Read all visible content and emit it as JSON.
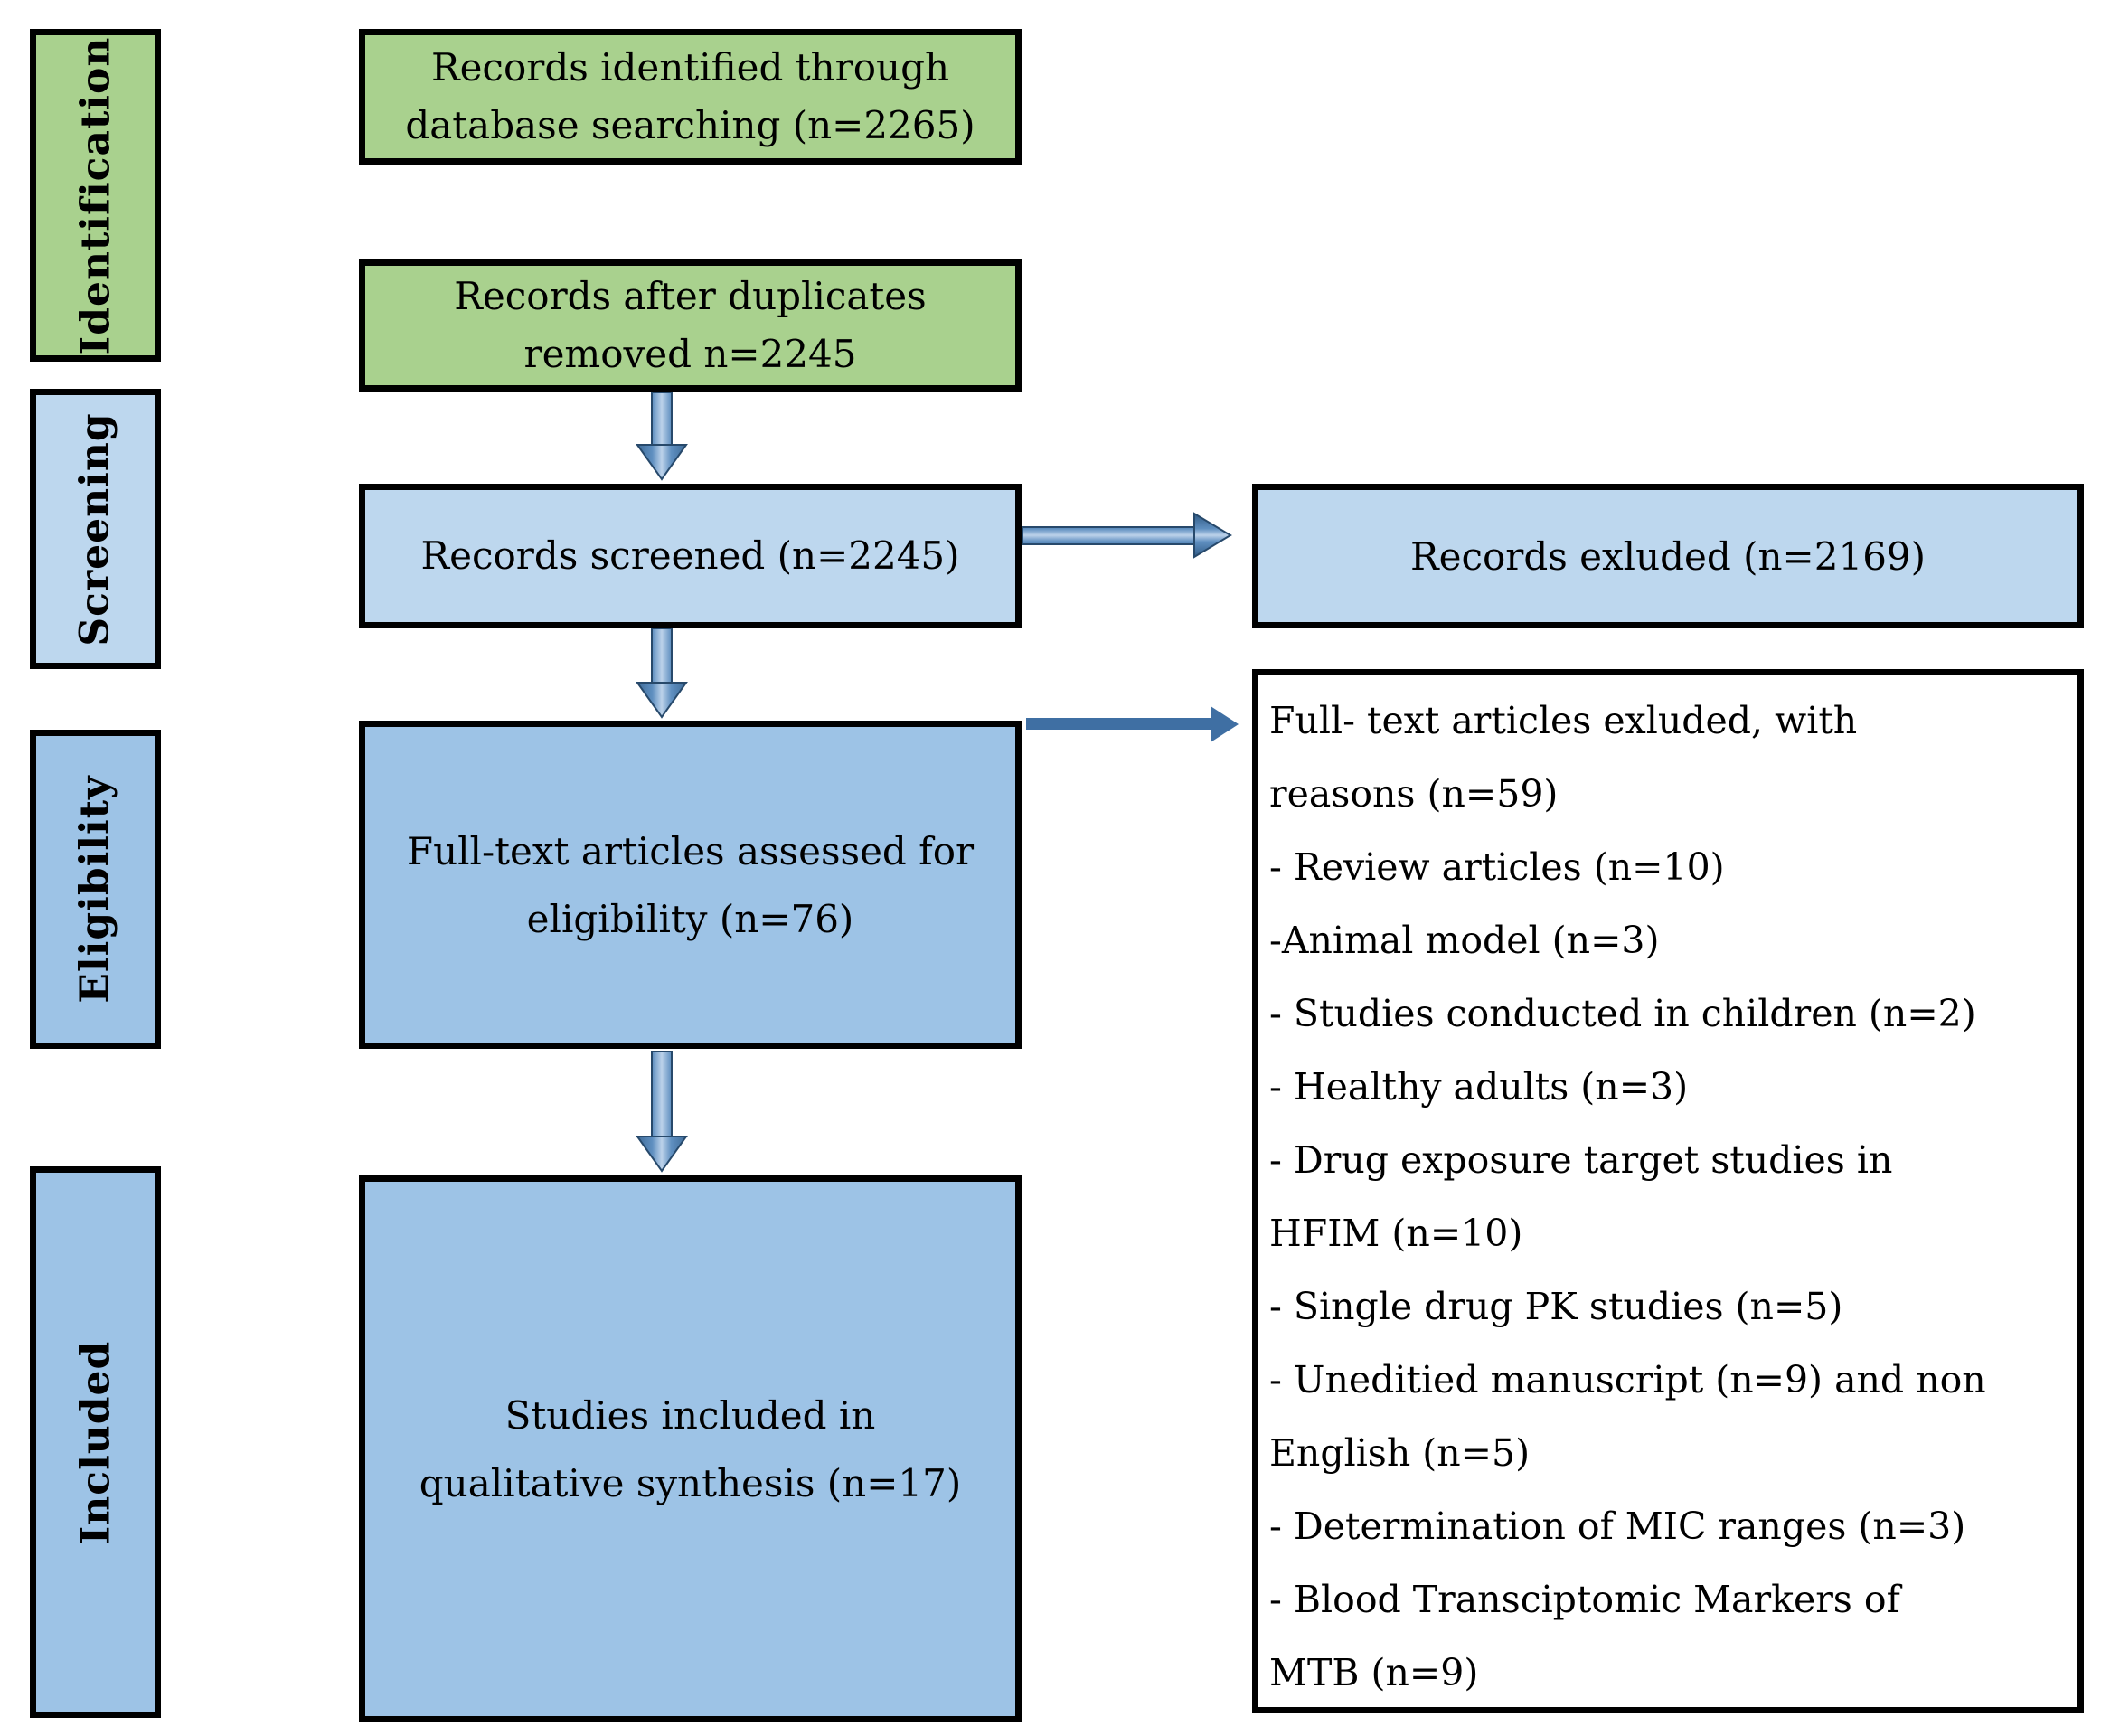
{
  "diagram": {
    "kind": "prisma-flow-diagram",
    "stage_labels": [
      {
        "label": "Identification"
      },
      {
        "label": "Screening"
      },
      {
        "label": "Eligibility"
      },
      {
        "label": "Included"
      }
    ],
    "flow_boxes": [
      {
        "id": "records-identified",
        "lines": [
          "Records identified through",
          "database searching (n=2265)"
        ]
      },
      {
        "id": "records-after-duplicates",
        "lines": [
          "Records after duplicates",
          "removed n=2245"
        ]
      },
      {
        "id": "records-screened",
        "lines": [
          "Records screened (n=2245)"
        ]
      },
      {
        "id": "fulltext-assessed",
        "lines": [
          "Full-text articles assessed for",
          "eligibility (n=76)"
        ]
      },
      {
        "id": "studies-included",
        "lines": [
          "Studies included in",
          "qualitative synthesis (n=17)"
        ]
      }
    ],
    "side_boxes": [
      {
        "id": "records-excluded",
        "lines": [
          "Records exluded (n=2169)"
        ]
      },
      {
        "id": "fulltext-excluded-reasons",
        "lines": [
          "Full- text articles exluded, with",
          "reasons (n=59)",
          "- Review articles (n=10)",
          "-Animal model (n=3)",
          "- Studies conducted in children (n=2)",
          "- Healthy adults (n=3)",
          "- Drug exposure target studies in",
          "HFIM (n=10)",
          "- Single drug PK studies (n=5)",
          "- Uneditied manuscript (n=9) and non",
          "English (n=5)",
          "- Determination of MIC ranges (n=3)",
          "- Blood Transciptomic Markers of",
          "MTB (n=9)"
        ]
      }
    ],
    "colors": {
      "identification_green": "#a9d18e",
      "screening_light_blue": "#bdd7ee",
      "eligibility_blue": "#9dc3e6",
      "box_border_black": "#000000",
      "reasons_box_white": "#ffffff",
      "arrow_fill_mid": "#4f81bd",
      "arrow_edge_dark": "#2f5a85",
      "arrow_highlight_light": "#bcd2ea",
      "arrow_flat_blue": "#3f6fa3"
    }
  }
}
